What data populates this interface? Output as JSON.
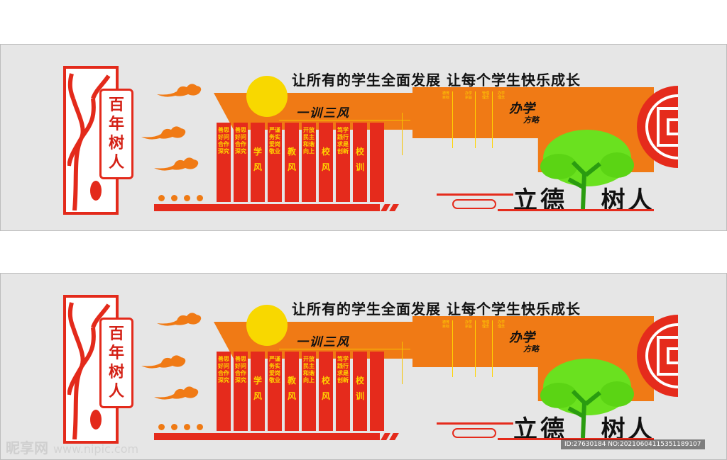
{
  "slogan": "让所有的学生全面发展   让每个学生快乐成长",
  "subtitle": "一训三风",
  "plaque": [
    "百",
    "年",
    "树",
    "人"
  ],
  "big_title": "立德",
  "big_title_2": "树人",
  "motto_line_1": "办学",
  "motto_line_2": "方略",
  "columns": [
    {
      "small": "善思好问合作深究",
      "big": ""
    },
    {
      "small": "",
      "big": "学风"
    },
    {
      "small": "严谨务实爱岗敬业",
      "big": ""
    },
    {
      "small": "",
      "big": "教风"
    },
    {
      "small": "开放民主和谐向上",
      "big": ""
    },
    {
      "small": "",
      "big": "校风"
    },
    {
      "small": "笃学践行求是创新",
      "big": ""
    },
    {
      "small": "",
      "big": "校训"
    }
  ],
  "content_headings": [
    "德育目标",
    "办学宗旨",
    "管理理念",
    "办学理念"
  ],
  "watermark_left": "昵享网",
  "watermark_url": "www.nipic.com",
  "watermark_right": "ID:27630184 NO:20210604115351189107",
  "colors": {
    "red": "#e52b1c",
    "orange": "#f07a15",
    "yellow": "#f8d800",
    "green": "#6ae11f"
  }
}
